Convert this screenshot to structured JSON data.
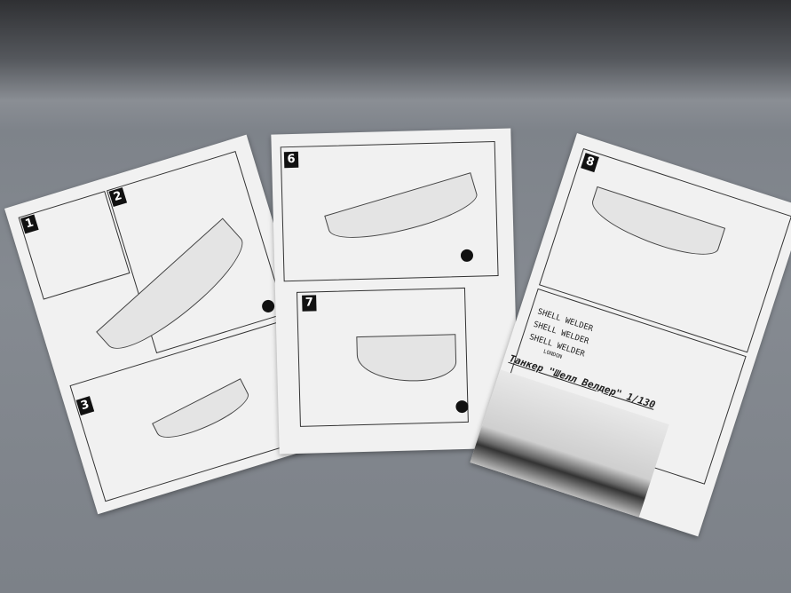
{
  "sheets": [
    {
      "steps": [
        "1",
        "2",
        "3"
      ]
    },
    {
      "steps": [
        "6",
        "7"
      ]
    },
    {
      "steps": [
        "8"
      ],
      "decal_names": [
        "SHELL WELDER",
        "SHELL WELDER",
        "SHELL WELDER"
      ],
      "decal_port": "LONDON",
      "title": "Танкер \"Шелл Велдер\" 1/130"
    }
  ]
}
